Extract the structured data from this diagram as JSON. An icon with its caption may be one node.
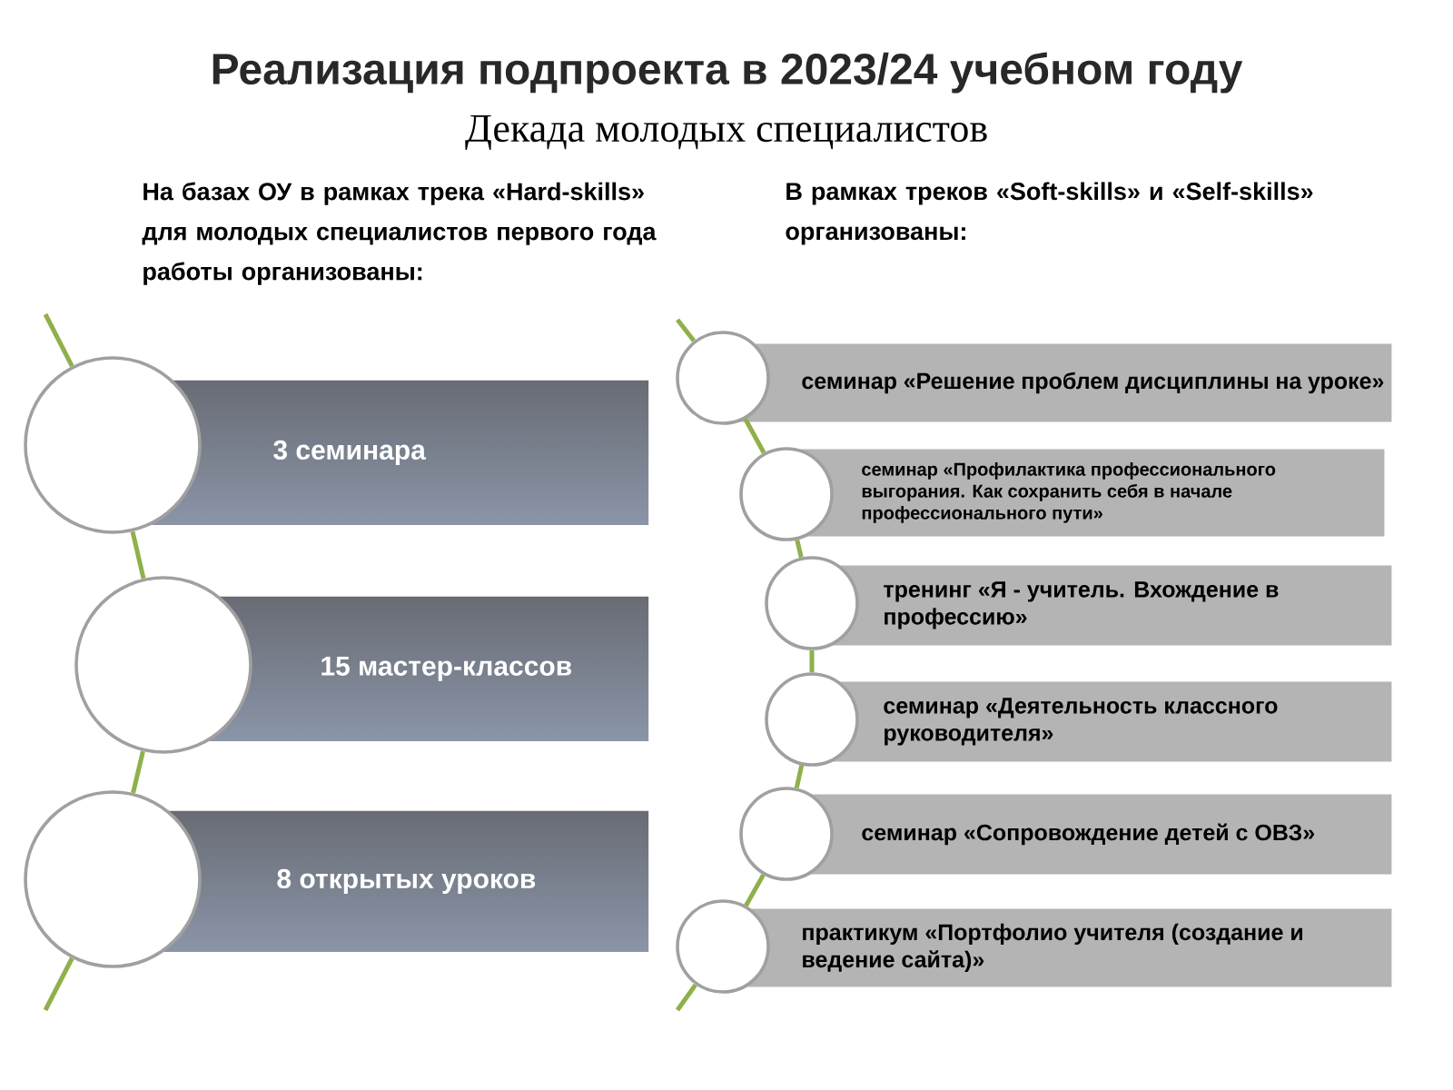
{
  "diagram": {
    "title": "Реализация подпроекта в 2023/24 учебном году",
    "nodes": [
      {
        "text": [],
        "shape": "circle"
      },
      {
        "text": [
          "3 семинара"
        ]
      },
      {
        "text": [],
        "shape": "circle"
      },
      {
        "text": [
          "15 мастер-классов"
        ]
      },
      {
        "text": [],
        "shape": "circle"
      },
      {
        "text": [
          "8 открытых уроков"
        ]
      },
      {
        "text": [],
        "shape": "circle"
      },
      {
        "text": [
          "семинар «Решение проблем дисциплины на уроке»"
        ]
      },
      {
        "text": [],
        "shape": "circle"
      },
      {
        "text": [
          "семинар «Профилактика профессионального выгорания.  Как сохранить себя в начале профессионального пути»"
        ]
      },
      {
        "text": [],
        "shape": "circle"
      },
      {
        "text": [
          "тренинг «Я - учитель. Вхождение в профессию»"
        ]
      },
      {
        "text": [],
        "shape": "circle"
      },
      {
        "text": [
          "семинар «Деятельность классного руководителя»"
        ]
      },
      {
        "text": [],
        "shape": "circle"
      },
      {
        "text": [
          "семинар «Сопровождение детей с ОВЗ»"
        ]
      },
      {
        "text": [],
        "shape": "circle"
      },
      {
        "text": [
          "практикум «Портфолио учителя (создание и ведение сайта)»"
        ]
      }
    ],
    "edges": [
      {
        "from": null,
        "to": 0,
        "arrow": "none"
      },
      {
        "from": 0,
        "to": 2,
        "arrow": "none"
      },
      {
        "from": 2,
        "to": 4,
        "arrow": "none"
      },
      {
        "from": 4,
        "to": null,
        "arrow": "none"
      },
      {
        "from": null,
        "to": 6,
        "arrow": "none"
      },
      {
        "from": 6,
        "to": 8,
        "arrow": "none"
      },
      {
        "from": 8,
        "to": 10,
        "arrow": "none"
      },
      {
        "from": 10,
        "to": 12,
        "arrow": "none"
      },
      {
        "from": 12,
        "to": 14,
        "arrow": "none"
      },
      {
        "from": 14,
        "to": 16,
        "arrow": "none"
      },
      {
        "from": 16,
        "to": null,
        "arrow": "none"
      }
    ],
    "labels": [
      "Декада молодых специалистов",
      "На базах ОУ в рамках трека «Hard-skills» для молодых специалистов первого года работы организованы:",
      "В рамках треков «Soft-skills» и «Self-skills» организованы:"
    ]
  }
}
